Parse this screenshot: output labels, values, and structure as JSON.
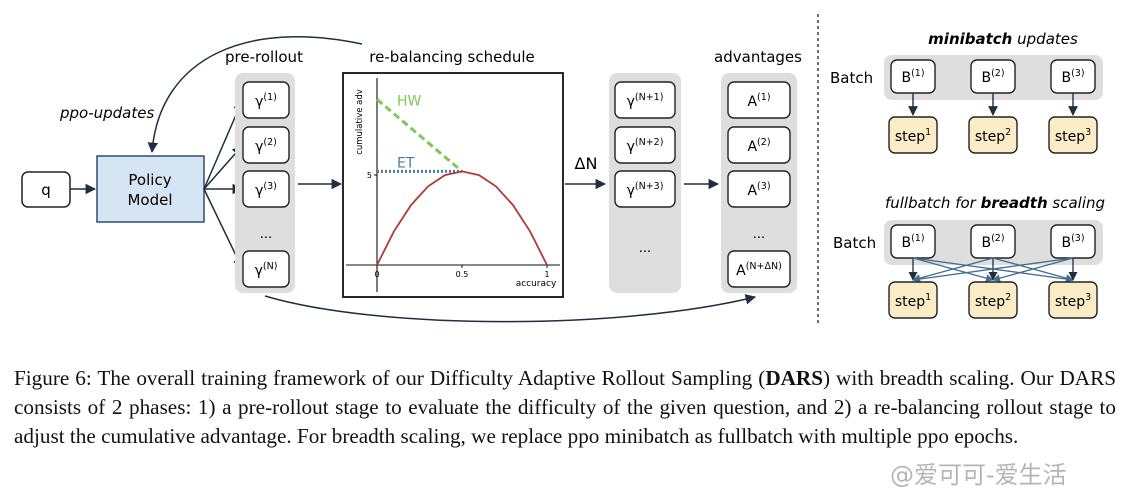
{
  "diagram": {
    "query_label": "q",
    "policy_model_line1": "Policy",
    "policy_model_line2": "Model",
    "ppo_updates_label": "ppo-updates",
    "pre_rollout_title": "pre-rollout",
    "pre_rollout_items": [
      "γ(1)",
      "γ(2)",
      "γ(3)",
      "...",
      "γ(N)"
    ],
    "rebalancing_title": "re-balancing schedule",
    "delta_n_label": "ΔN",
    "extra_rollouts": [
      "γ(N+1)",
      "γ(N+2)",
      "γ(N+3)",
      "..."
    ],
    "advantages_title": "advantages",
    "advantages_items": [
      "A(1)",
      "A(2)",
      "A(3)",
      "...",
      "A(N+ΔN)"
    ]
  },
  "chart_data": {
    "type": "line",
    "ylabel": "cumulative adv",
    "xlabel": "accuracy",
    "x_ticks": [
      "0",
      "0.5",
      "1"
    ],
    "y_ticks": [
      "5"
    ],
    "xlim": [
      0,
      1
    ],
    "ylim": [
      0,
      10
    ],
    "grid": false,
    "series": [
      {
        "name": "HW",
        "color": "#7cc95a",
        "dashed": true,
        "x": [
          0,
          0.5
        ],
        "y": [
          9.2,
          5.2
        ]
      },
      {
        "name": "ET",
        "color": "#4a7ba7",
        "dashed": true,
        "x": [
          0,
          0.5
        ],
        "y": [
          5.2,
          5.2
        ]
      },
      {
        "color": "#b23a34",
        "dashed": false,
        "x": [
          0,
          0.1,
          0.2,
          0.3,
          0.4,
          0.5,
          0.6,
          0.7,
          0.8,
          0.9,
          1.0
        ],
        "y": [
          0,
          1.872,
          3.328,
          4.368,
          4.992,
          5.2,
          4.992,
          4.368,
          3.328,
          1.872,
          0
        ]
      }
    ]
  },
  "minibatch": {
    "title_bold": "minibatch",
    "title_rest": " updates",
    "batch_label": "Batch",
    "batches": [
      "B(1)",
      "B(2)",
      "B(3)"
    ],
    "steps": [
      "step1",
      "step2",
      "step3"
    ]
  },
  "fullbatch": {
    "title_pre": "fullbatch for ",
    "title_bold": "breadth",
    "title_post": " scaling",
    "batch_label": "Batch",
    "batches": [
      "B(1)",
      "B(2)",
      "B(3)"
    ],
    "steps": [
      "step1",
      "step2",
      "step3"
    ]
  },
  "caption": {
    "part1": "Figure 6: The overall training framework of our Difficulty Adaptive Rollout Sampling (",
    "bold": "DARS",
    "part2": ") with breadth scaling. Our DARS consists of 2 phases: 1) a pre-rollout stage to evaluate the difficulty of the given question, and 2) a re-balancing rollout stage to adjust the cumulative advantage. For breadth scaling, we replace ppo minibatch as fullbatch with multiple ppo epochs."
  },
  "watermark": "@爱可可-爱生活",
  "colors": {
    "policy_fill": "#d5e5f3",
    "policy_stroke": "#2f4f6f",
    "panel_gray": "#dedede",
    "step_fill": "#fbecc8",
    "arrow_dark": "#1f2f3f",
    "cross_arrow": "#3e6e92"
  }
}
